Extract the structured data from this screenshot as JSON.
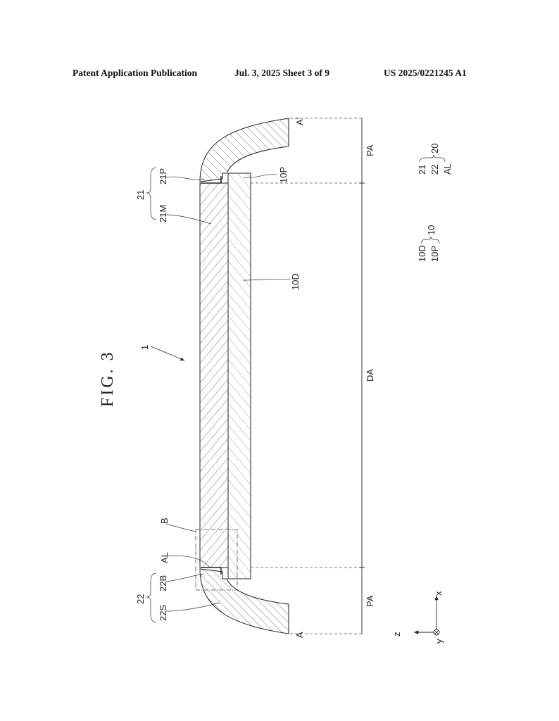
{
  "header": {
    "publication": "Patent Application Publication",
    "date_sheet": "Jul. 3, 2025   Sheet 3 of 9",
    "number": "US 2025/0221245 A1"
  },
  "figure": {
    "title": "FIG.  3",
    "ref_device": "1",
    "labels": {
      "a_prime": "A'",
      "a": "A",
      "pa_top": "PA",
      "da": "DA",
      "pa_bottom": "PA",
      "l21": "21",
      "l21p": "21P",
      "l21m": "21M",
      "l10p": "10P",
      "l10d": "10D",
      "lb": "B",
      "lal": "AL",
      "l22": "22",
      "l22b": "22B",
      "l22s": "22S"
    },
    "legend": {
      "g20_items": [
        "21",
        "22",
        "AL"
      ],
      "g20": "20",
      "g10_items": [
        "10D",
        "10P"
      ],
      "g10": "10"
    },
    "axes": {
      "x": "x",
      "y": "y",
      "z": "z"
    }
  }
}
